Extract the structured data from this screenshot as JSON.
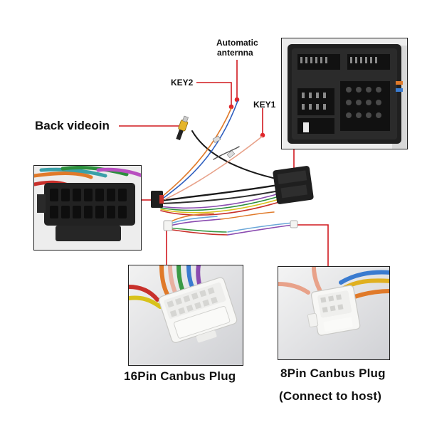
{
  "labels": {
    "back_video": "Back videoin",
    "automatic_antenna_line1": "Automatic",
    "automatic_antenna_line2": "anternna",
    "key2": "KEY2",
    "key1": "KEY1",
    "pin16_plug": "16Pin Canbus Plug",
    "pin8_plug": "8Pin Canbus Plug",
    "pin8_note": "(Connect to host)"
  },
  "colors": {
    "callout_line": "#d0191f",
    "callout_dot": "#e0262b",
    "connector_black": "#1f1f1f",
    "connector_white": "#f4f4f2"
  },
  "icons": {
    "top_right": "quadlock-connector-photo",
    "left": "iso-connector-photo",
    "bottom_left": "16pin-white-plug-photo",
    "bottom_right": "8pin-white-plug-photo"
  }
}
